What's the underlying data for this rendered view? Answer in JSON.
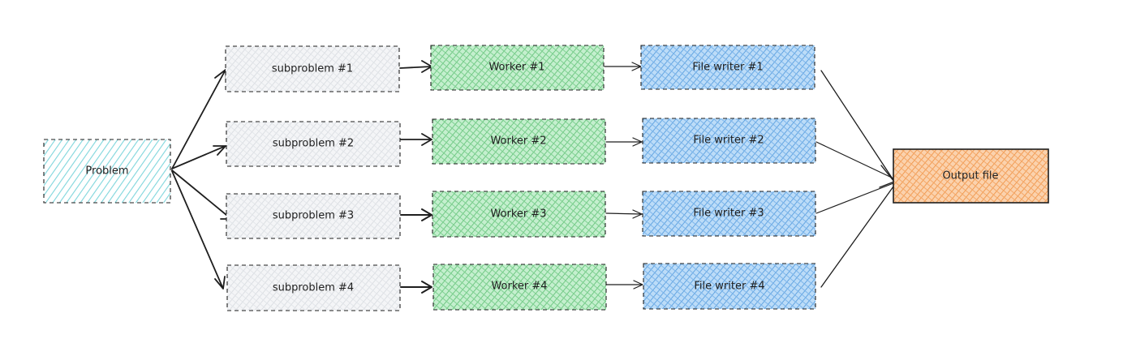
{
  "colors": {
    "problem": "#7fd6dc",
    "subproblem": "#e3e6ea",
    "worker": "#6ccf83",
    "writer": "#5aa6e8",
    "output": "#f39a4a",
    "stroke": "#1e1e1e"
  },
  "problem": {
    "label": "Problem"
  },
  "subproblems": [
    {
      "label": "subproblem #1"
    },
    {
      "label": "subproblem #2"
    },
    {
      "label": "subproblem #3"
    },
    {
      "label": "subproblem #4"
    }
  ],
  "workers": [
    {
      "label": "Worker #1"
    },
    {
      "label": "Worker #2"
    },
    {
      "label": "Worker #3"
    },
    {
      "label": "Worker #4"
    }
  ],
  "writers": [
    {
      "label": "File writer #1"
    },
    {
      "label": "File writer #2"
    },
    {
      "label": "File writer #3"
    },
    {
      "label": "File writer #4"
    }
  ],
  "output": {
    "label": "Output file"
  }
}
